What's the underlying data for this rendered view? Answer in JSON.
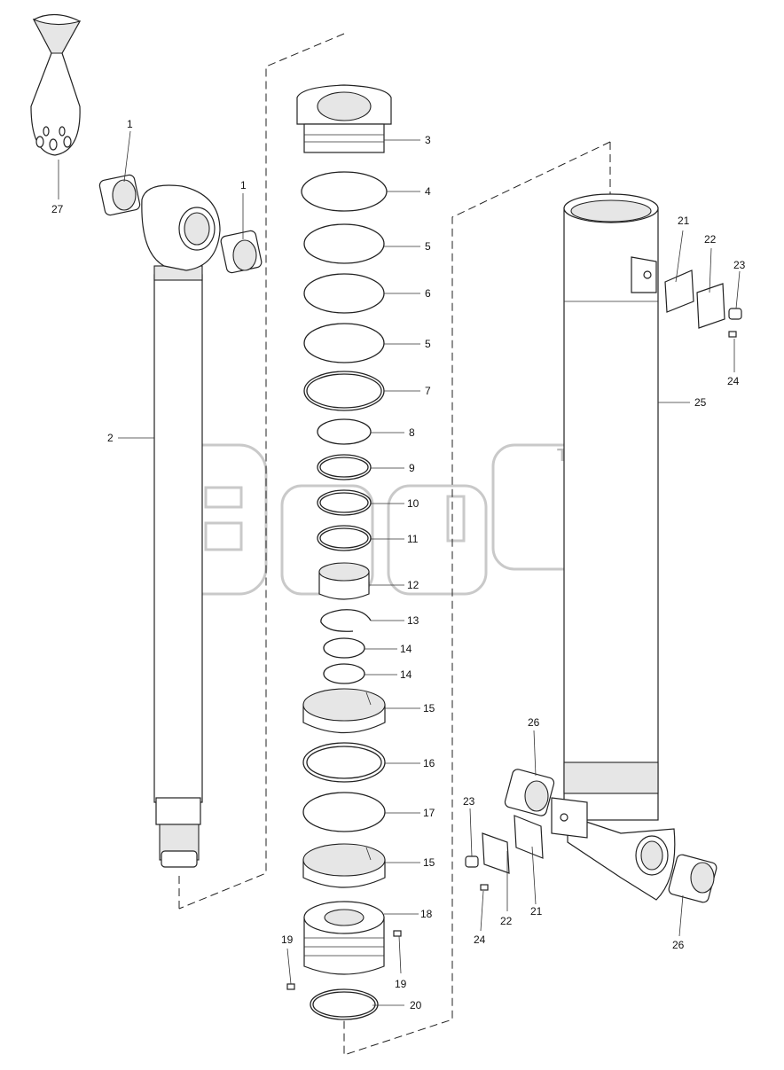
{
  "diagram": {
    "watermark_mark": "TM",
    "callouts": {
      "c27": "27",
      "c1a": "1",
      "c1b": "1",
      "c2": "2",
      "c3": "3",
      "c4": "4",
      "c5a": "5",
      "c6": "6",
      "c5b": "5",
      "c7": "7",
      "c8": "8",
      "c9": "9",
      "c10": "10",
      "c11": "11",
      "c12": "12",
      "c13": "13",
      "c14a": "14",
      "c14b": "14",
      "c15a": "15",
      "c16": "16",
      "c17": "17",
      "c15b": "15",
      "c18": "18",
      "c19a": "19",
      "c19b": "19",
      "c20": "20",
      "c21a": "21",
      "c22a": "22",
      "c23a": "23",
      "c24a": "24",
      "c25": "25",
      "c26a": "26",
      "c23b": "23",
      "c22b": "22",
      "c21b": "21",
      "c24b": "24",
      "c26b": "26"
    }
  }
}
